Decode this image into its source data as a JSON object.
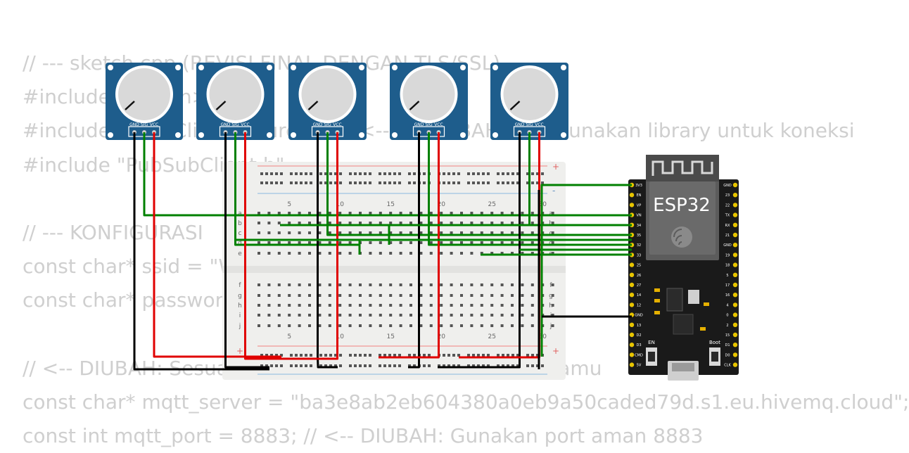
{
  "code_lines": [
    "// --- sketch.cpp (REVISI FINAL DENGAN TLS/SSL)",
    "#include <WiFi.h>",
    "#include <WiFiClientSecure.h> // <-- DITAMBAHKAN: Gunakan library untuk koneksi",
    "#include \"PubSubClient.h\"",
    "",
    "// --- KONFIGURASI",
    "const char* ssid = \"Wokwi-GUEST\";",
    "const char* password = \"\";",
    "",
    "// <-- DIUBAH: Sesuaikan dengan kredensial HiveMQ kamu",
    "const char* mqtt_server = \"ba3e8ab2eb604380a0eb9a50caded79d.s1.eu.hivemq.cloud\";",
    "const int mqtt_port = 8883; // <-- DIUBAH: Gunakan port aman 8883"
  ],
  "potentiometers": [
    {
      "id": "pot1",
      "pins": [
        "GND",
        "SIG",
        "VCC"
      ]
    },
    {
      "id": "pot2",
      "pins": [
        "GND",
        "SIG",
        "VCC"
      ]
    },
    {
      "id": "pot3",
      "pins": [
        "GND",
        "SIG",
        "VCC"
      ]
    },
    {
      "id": "pot4",
      "pins": [
        "GND",
        "SIG",
        "VCC"
      ]
    },
    {
      "id": "pot5",
      "pins": [
        "GND",
        "SIG",
        "VCC"
      ]
    }
  ],
  "breadboard": {
    "column_numbers": [
      "5",
      "10",
      "15",
      "20",
      "25",
      "30"
    ],
    "top_rows": [
      "a",
      "b",
      "c",
      "d",
      "e"
    ],
    "bottom_rows": [
      "f",
      "g",
      "h",
      "i",
      "j"
    ],
    "rail_plus": "+",
    "rail_minus": "-"
  },
  "esp32": {
    "title": "ESP32",
    "en_label": "EN",
    "boot_label": "Boot",
    "left_pins": [
      "3V3",
      "EN",
      "VP",
      "VN",
      "34",
      "35",
      "32",
      "33",
      "25",
      "26",
      "27",
      "14",
      "12",
      "GND",
      "13",
      "D2",
      "D3",
      "CMD",
      "5V"
    ],
    "right_pins": [
      "GND",
      "23",
      "22",
      "TX",
      "RX",
      "21",
      "GND",
      "19",
      "18",
      "5",
      "17",
      "16",
      "4",
      "0",
      "2",
      "15",
      "D1",
      "D0",
      "CLK"
    ]
  },
  "colors": {
    "pot_board": "#1e5d8c",
    "knob": "#d9d9d9",
    "wire_green": "#008000",
    "wire_red": "#e00000",
    "wire_black": "#000000",
    "breadboard": "#efefed",
    "esp_board": "#1a1a1a",
    "esp_module": "#5c5c5c",
    "pin_gold": "#e8c500"
  }
}
